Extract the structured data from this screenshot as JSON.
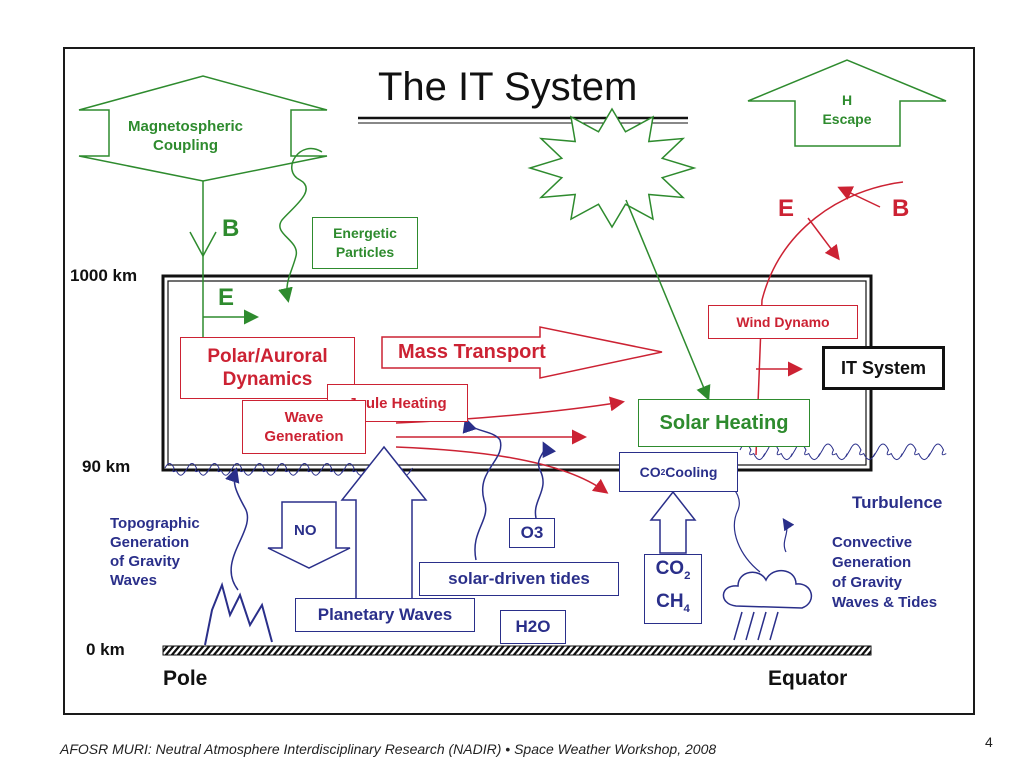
{
  "title": "The IT System",
  "altitudes": {
    "top": "1000 km",
    "mid": "90 km",
    "ground": "0 km"
  },
  "ground": {
    "left": "Pole",
    "right": "Equator"
  },
  "upper": {
    "magnetospheric_line1": "Magnetospheric",
    "magnetospheric_line2": "Coupling",
    "b_label": "B",
    "energetic_line1": "Energetic",
    "energetic_line2": "Particles",
    "e_green": "E",
    "h_line1": "H",
    "h_line2": "Escape",
    "e_red": "E",
    "b_red": "B"
  },
  "it_region": {
    "polar_line1": "Polar/Auroral",
    "polar_line2": "Dynamics",
    "mass_transport": "Mass Transport",
    "wind_dynamo": "Wind Dynamo",
    "it_system": "IT System",
    "joule_heating": "Joule Heating",
    "wave_line1": "Wave",
    "wave_line2": "Generation",
    "solar_heating": "Solar Heating"
  },
  "lower": {
    "co2_cooling_a": "CO",
    "co2_cooling_sub": "2",
    "co2_cooling_b": " Cooling",
    "turbulence": "Turbulence",
    "topo_line1": "Topographic",
    "topo_line2": "Generation",
    "topo_line3": "of Gravity",
    "topo_line4": "Waves",
    "no": "NO",
    "o3": "O3",
    "tides": "solar-driven tides",
    "planetary_waves": "Planetary Waves",
    "h2o": "H2O",
    "co2": "CO",
    "co2_sub": "2",
    "ch4": "CH",
    "ch4_sub": "4",
    "conv_line1": "Convective",
    "conv_line2": "Generation",
    "conv_line3": "of Gravity",
    "conv_line4": "Waves & Tides"
  },
  "footer": "AFOSR MURI: Neutral Atmosphere Interdisciplinary Research (NADIR)   •  Space Weather Workshop, 2008",
  "page_number": "4",
  "colors": {
    "green": "#2e8b2e",
    "red": "#cc2233",
    "navy": "#2a2f8a",
    "black": "#1a1a1a"
  }
}
